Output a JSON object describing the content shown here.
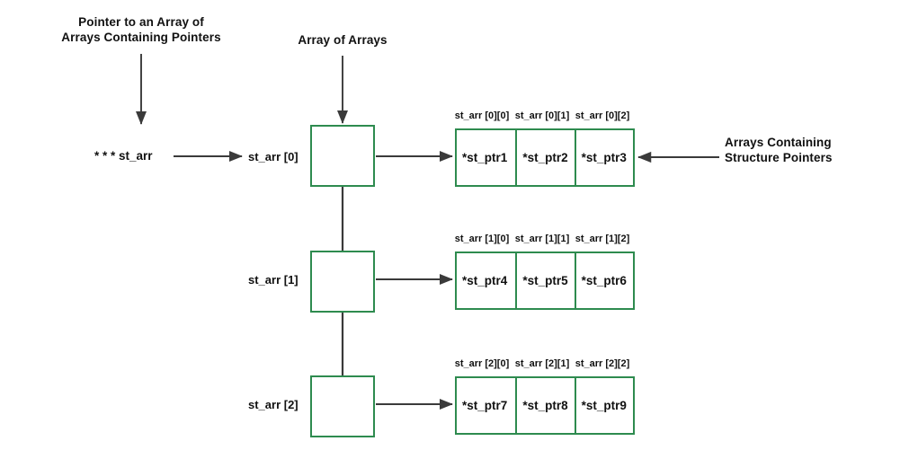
{
  "diagram": {
    "title_annotations": [
      {
        "id": "pointer-to-array",
        "text": "Pointer to an Array of\nArrays Containing Pointers"
      },
      {
        "id": "array-of-arrays",
        "text": "Array of Arrays"
      },
      {
        "id": "arrays-containing-structure-pointers",
        "text": "Arrays Containing\nStructure Pointers"
      }
    ],
    "root_pointer_label": "* * * st_arr",
    "rows": [
      {
        "node_label": "st_arr [0]",
        "cell_headers": [
          "st_arr [0][0]",
          "st_arr [0][1]",
          "st_arr [0][2]"
        ],
        "cell_values": [
          "*st_ptr1",
          "*st_ptr2",
          "*st_ptr3"
        ]
      },
      {
        "node_label": "st_arr [1]",
        "cell_headers": [
          "st_arr [1][0]",
          "st_arr [1][1]",
          "st_arr [1][2]"
        ],
        "cell_values": [
          "*st_ptr4",
          "*st_ptr5",
          "*st_ptr6"
        ]
      },
      {
        "node_label": "st_arr [2]",
        "cell_headers": [
          "st_arr [2][0]",
          "st_arr [2][1]",
          "st_arr [2][2]"
        ],
        "cell_values": [
          "*st_ptr7",
          "*st_ptr8",
          "*st_ptr9"
        ]
      }
    ],
    "colors": {
      "box_border": "#2e8b4f",
      "arrow": "#3a3a3a",
      "text": "#111111",
      "background": "#ffffff"
    }
  }
}
